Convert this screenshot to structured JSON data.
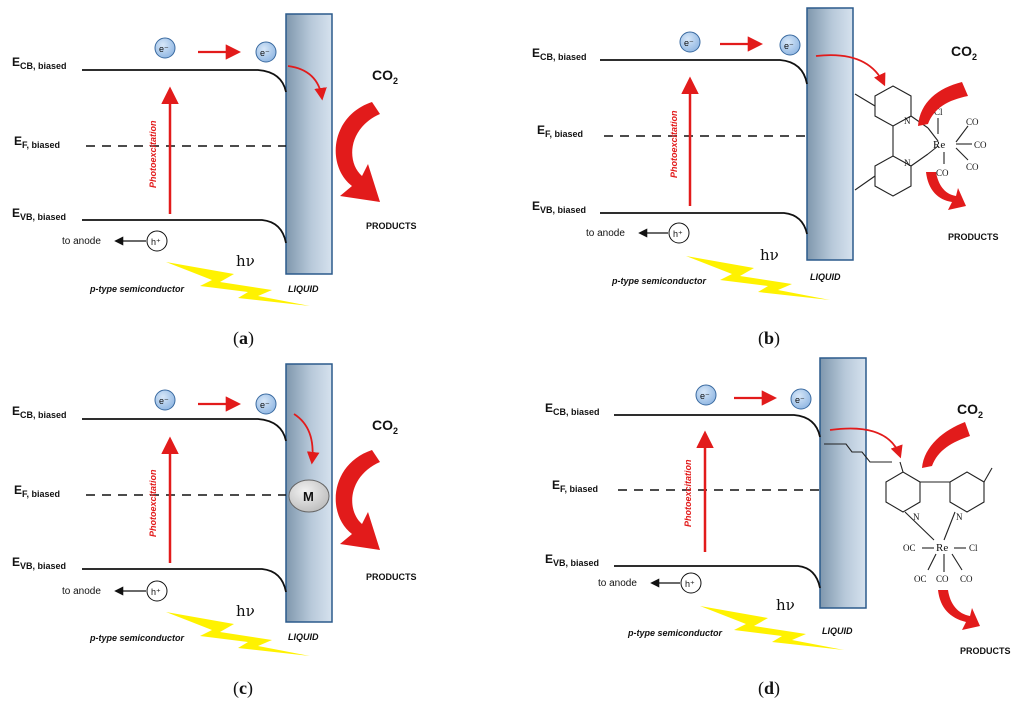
{
  "levels": {
    "cb_main": "E",
    "cb_sub": "CB, biased",
    "f_main": "E",
    "f_sub": "F, biased",
    "vb_main": "E",
    "vb_sub": "VB, biased"
  },
  "labels": {
    "photoexcitation": "Photoexcitation",
    "to_anode": "to anode",
    "hole": "h⁺",
    "electron": "e⁻",
    "hv": "hν",
    "semiconductor": "p-type semiconductor",
    "liquid": "LIQUID",
    "co2_main": "CO",
    "co2_sub": "2",
    "products": "PRODUCTS",
    "catalyst": "M"
  },
  "molecule_labels": {
    "re": "Re",
    "cl": "Cl",
    "co": "CO",
    "oc": "OC",
    "n": "N"
  },
  "panels": [
    {
      "id": "a",
      "letter": "a"
    },
    {
      "id": "b",
      "letter": "b"
    },
    {
      "id": "c",
      "letter": "c"
    },
    {
      "id": "d",
      "letter": "d"
    }
  ],
  "colors": {
    "accent_red": "#e21b1b",
    "electron_fill": "#9ec3ea",
    "lightning": "#fff200",
    "liquid_dark": "#7f97ad",
    "liquid_light": "#d6e2ee"
  }
}
